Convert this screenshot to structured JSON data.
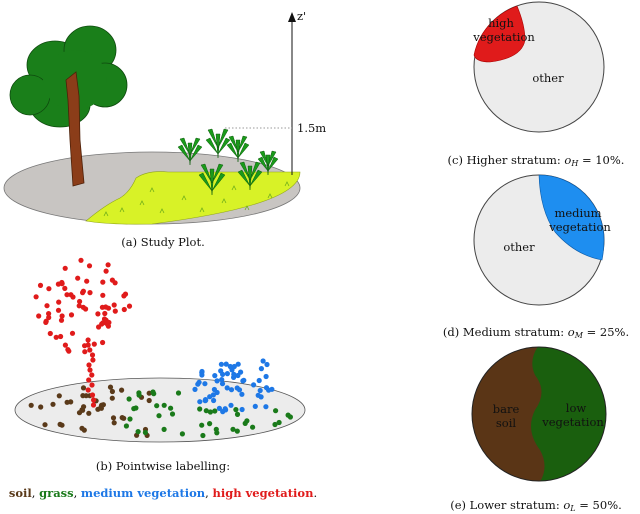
{
  "study_plot": {
    "axis_label": "z'",
    "height_label": "1.5m",
    "caption": "(a) Study Plot."
  },
  "pointwise": {
    "caption": "(b) Pointwise labelling:",
    "legend": {
      "soil": "soil",
      "sep1": ",",
      "grass": "grass",
      "sep2": ",",
      "medium": "medium vegetation",
      "sep3": ",",
      "high": "high vegetation",
      "end": "."
    }
  },
  "higher": {
    "label_high_1": "high",
    "label_high_2": "vegetation",
    "label_other": "other",
    "caption_prefix": "(c) Higher stratum: ",
    "caption_var": "o",
    "caption_sub": "H",
    "caption_suffix": " = 10%."
  },
  "medium": {
    "label_med_1": "medium",
    "label_med_2": "vegetation",
    "label_other": "other",
    "caption_prefix": "(d) Medium stratum: ",
    "caption_var": "o",
    "caption_sub": "M",
    "caption_suffix": " = 25%."
  },
  "lower": {
    "label_soil_1": "bare",
    "label_soil_2": "soil",
    "label_low_1": "low",
    "label_low_2": "vegetation",
    "caption_prefix": "(e) Lower stratum: ",
    "caption_var": "o",
    "caption_sub": "L",
    "caption_suffix": " = 50%."
  },
  "colors": {
    "soil": "#5a3a1a",
    "grass": "#1a7a1a",
    "medium": "#1e78e6",
    "high": "#e01b1b",
    "other": "#ececec",
    "plot_ground": "#c8c5c2",
    "plot_grass": "#d8f227",
    "tree_crown": "#1a7f1a",
    "tree_trunk": "#8b3d19",
    "lower_soil": "#5a3516",
    "lower_veg": "#1a5f0e"
  }
}
